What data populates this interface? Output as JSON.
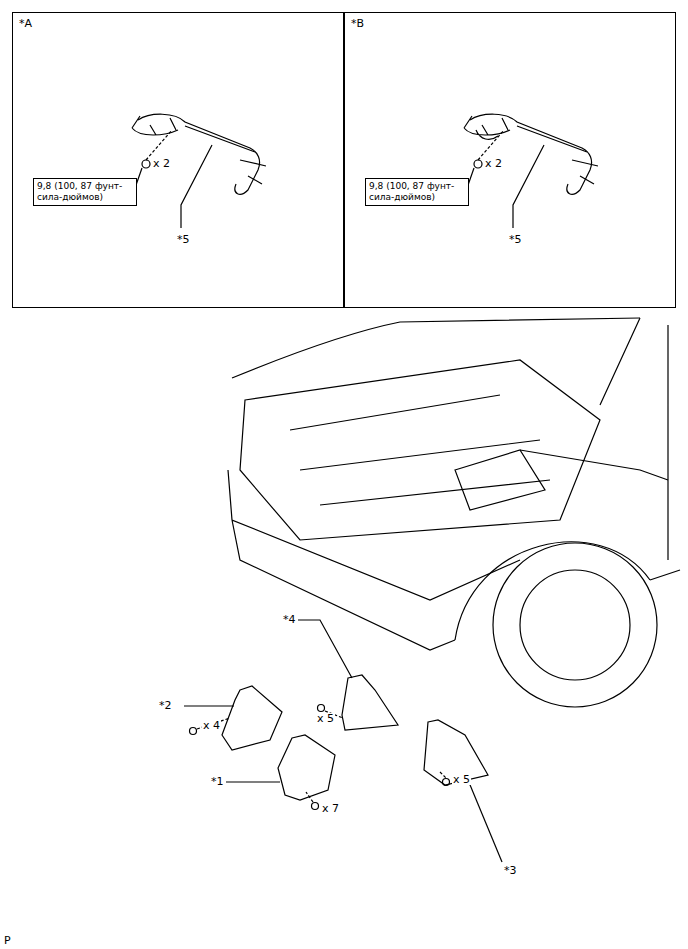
{
  "diagram": {
    "nodes": [
      {
        "text": [
          "*A"
        ]
      },
      {
        "text": [
          "9,8 (100, 87 фунт-сила-дюймов)"
        ],
        "in": 0
      },
      {
        "text": [
          "*B"
        ]
      },
      {
        "text": [
          "9,8 (100, 87 фунт-сила-дюймов)"
        ],
        "in": 2
      }
    ],
    "labels": [
      "x 2",
      "*5",
      "x 2",
      "*5",
      "*4",
      "x 5",
      "*2",
      "x 4",
      "*1",
      "x 7",
      "*3",
      "x 5",
      "P"
    ]
  }
}
